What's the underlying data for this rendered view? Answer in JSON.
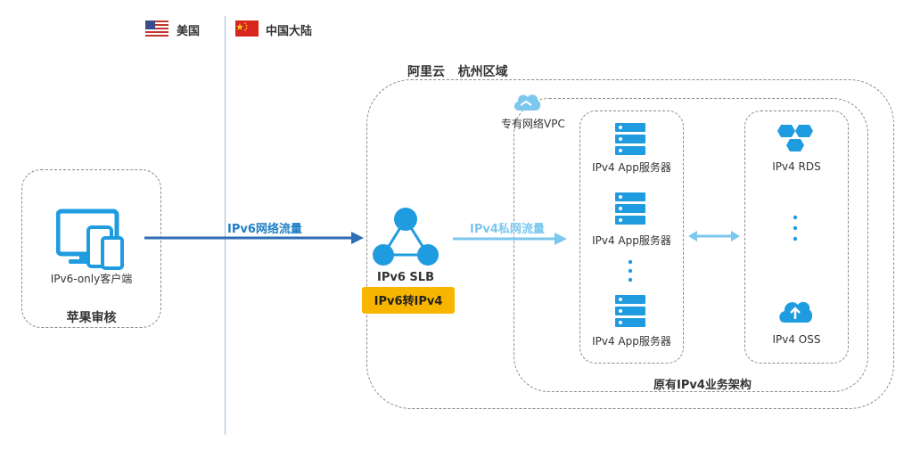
{
  "regions": {
    "usa": "美国",
    "china": "中国大陆"
  },
  "client": {
    "label": "IPv6-only客户端",
    "group_label": "苹果审核"
  },
  "flows": {
    "ipv6_traffic": "IPv6网络流量",
    "ipv4_private": "IPv4私网流量"
  },
  "cloud": {
    "region_label": "阿里云   杭州区域",
    "vpc_label": "专有网络VPC",
    "architecture_label": "原有IPv4业务架构"
  },
  "slb": {
    "label": "IPv6 SLB",
    "badge": "IPv6转IPv4"
  },
  "servers": [
    "IPv4 App服务器",
    "IPv4 App服务器",
    "IPv4 App服务器"
  ],
  "services": {
    "rds": "IPv4 RDS",
    "oss": "IPv4 OSS"
  },
  "colors": {
    "accent_blue": "#1f9be0",
    "light_blue": "#7cc7ee",
    "arrow_dark": "#2f6db5",
    "badge_yellow": "#f7b500",
    "divider": "#9bbfe0"
  }
}
